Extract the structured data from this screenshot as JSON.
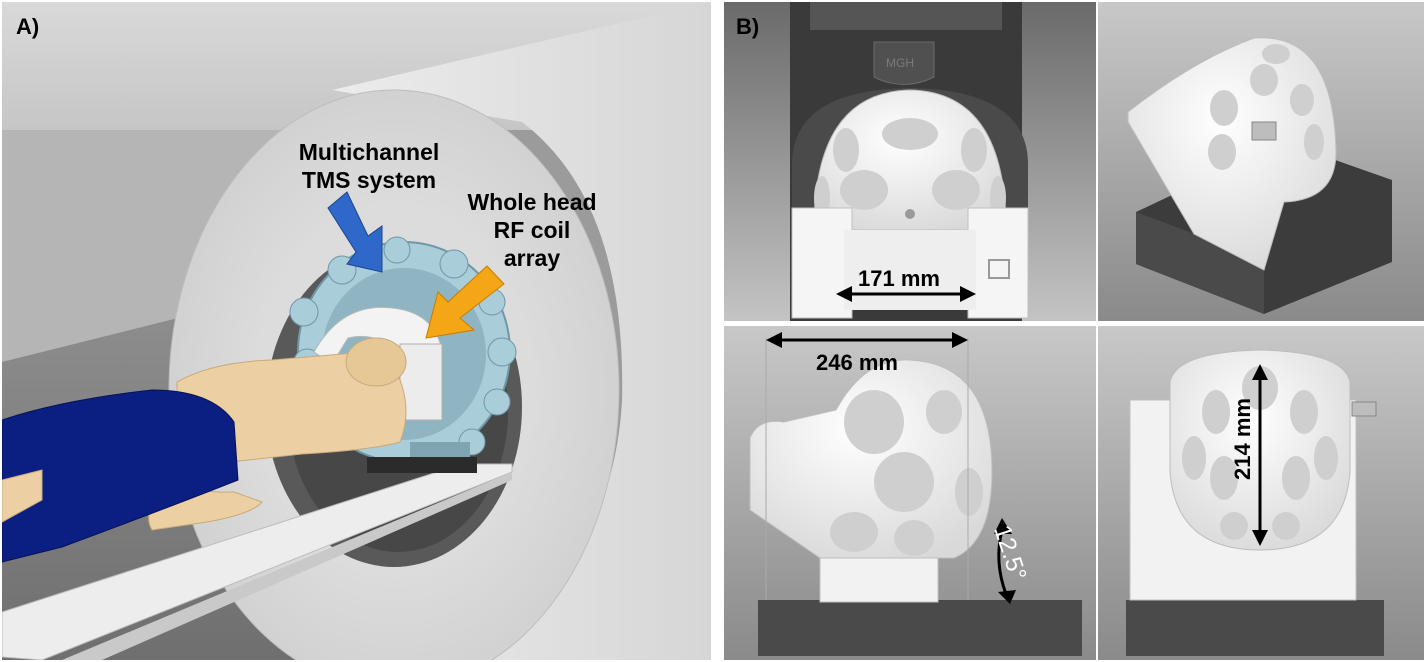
{
  "panel_a": {
    "label": "A)",
    "callout_tms": [
      "Multichannel",
      "TMS system"
    ],
    "callout_rf": [
      "Whole head",
      "RF coil",
      "array"
    ],
    "colors": {
      "tms_arrow": "#2f68c8",
      "rf_arrow": "#f5a617",
      "tms_system": "#a9cdd9",
      "skin": "#ecd0a4",
      "shorts": "#0b1f82",
      "scanner": "#dddddd"
    }
  },
  "panel_b": {
    "label": "B)",
    "logo_text": "MGH",
    "dim_width_front": "171 mm",
    "dim_length_side": "246 mm",
    "dim_height_top": "214 mm",
    "dim_tilt": "12.5°"
  }
}
